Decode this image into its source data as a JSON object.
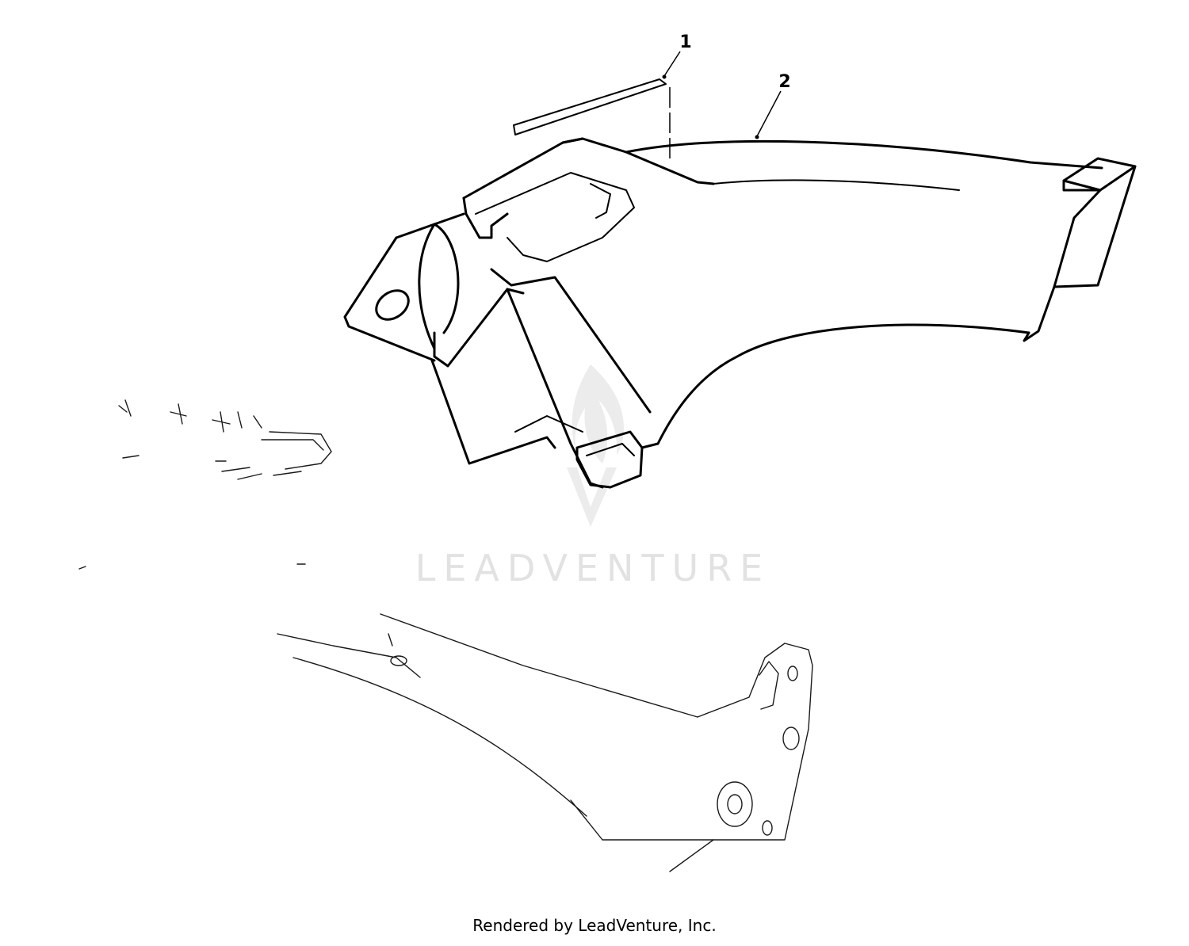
{
  "diagram": {
    "callouts": [
      {
        "label": "1",
        "part": "decal"
      },
      {
        "label": "2",
        "part": "discharge-chute"
      }
    ]
  },
  "watermark": {
    "text": "LEADVENTURE"
  },
  "footer": {
    "credit": "Rendered by LeadVenture, Inc."
  },
  "colors": {
    "line": "#000000",
    "watermark": "#e2e2e2",
    "background": "#ffffff"
  }
}
